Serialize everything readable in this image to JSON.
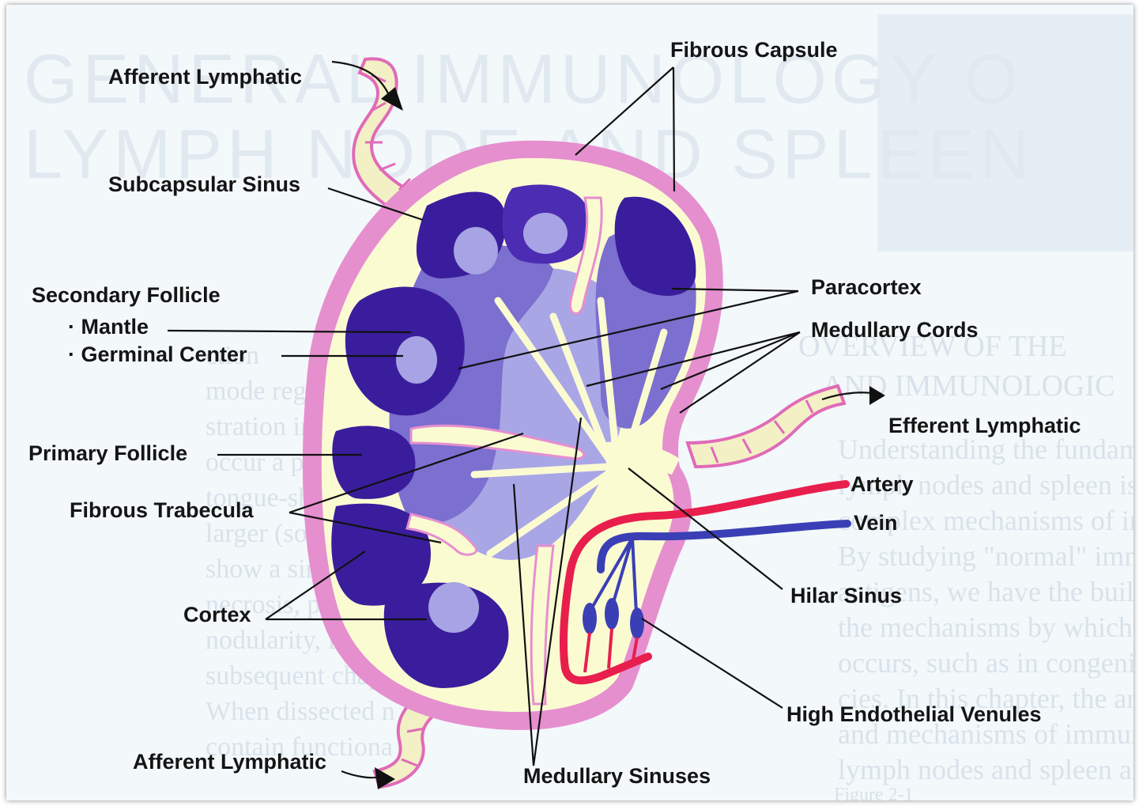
{
  "background_page": {
    "title_line_1": "GENERAL IMMUNOLOGY O",
    "title_line_2": "LYMPH NODE AND SPLEEN",
    "overview_line_1": "OVERVIEW OF THE",
    "overview_line_2": "AND IMMUNOLOGIC",
    "left_column": [
      "ction",
      "mode regularly sl",
      "stration involves",
      "occur a pale tan-g",
      "tongue-shaped",
      "larger (some great",
      "show a similar tan-y",
      "necrosis, pigmenta",
      "nodularity, finding",
      "subsequent chapte",
      "When dissected n",
      "contain functiona"
    ],
    "right_column": [
      "Understanding the fundamental",
      "lymph nodes and spleen is impo",
      "complex mechanisms of imm",
      "By studying \"normal\" immune",
      "antigens, we have the building",
      "the mechanisms by which im",
      "occurs, such as in congenital im",
      "cies. In this chapter, the anatomy,",
      "and mechanisms of immunologic",
      "lymph nodes and spleen are discussed"
    ],
    "footer_fragment": "Figure 2-1"
  },
  "labels": {
    "fibrous_capsule": "Fibrous Capsule",
    "afferent_lymphatic_top": "Afferent Lymphatic",
    "subcapsular_sinus": "Subcapsular Sinus",
    "secondary_follicle": "Secondary Follicle",
    "mantle": "· Mantle",
    "germinal_center": "· Germinal Center",
    "primary_follicle": "Primary Follicle",
    "fibrous_trabecula": "Fibrous Trabecula",
    "cortex": "Cortex",
    "afferent_lymphatic_bottom": "Afferent Lymphatic",
    "medullary_sinuses": "Medullary Sinuses",
    "paracortex": "Paracortex",
    "medullary_cords": "Medullary Cords",
    "efferent_lymphatic": "Efferent Lymphatic",
    "artery": "Artery",
    "vein": "Vein",
    "hilar_sinus": "Hilar Sinus",
    "high_endothelial_venules": "High Endothelial Venules"
  },
  "colors": {
    "capsule": "#e58fcf",
    "sinus": "#fbfbd2",
    "follicle_dark": "#3a1d9c",
    "follicle_mid": "#5b3fc0",
    "paracortex": "#7b6fcf",
    "medulla": "#a9a6e6",
    "germinal_center": "#a7a3e4",
    "artery": "#e81f4d",
    "vein": "#3b3fb5",
    "lymphatic": "#f3f0c6",
    "lymphatic_line": "#e06bb8"
  }
}
